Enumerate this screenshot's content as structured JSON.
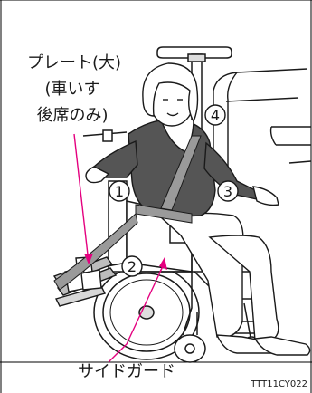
{
  "labels": {
    "plate_line1": "プレート(大)",
    "plate_line2": "(車いす",
    "plate_line3": "後席のみ)",
    "side_guard": "サイドガード",
    "figure_code": "TTT11CY022"
  },
  "markers": {
    "m1": "1",
    "m2": "2",
    "m3": "3",
    "m4": "4"
  },
  "colors": {
    "leader_line": "#e4007f",
    "outline": "#1a1a1a",
    "shirt": "#555555",
    "frame": "#333333"
  }
}
